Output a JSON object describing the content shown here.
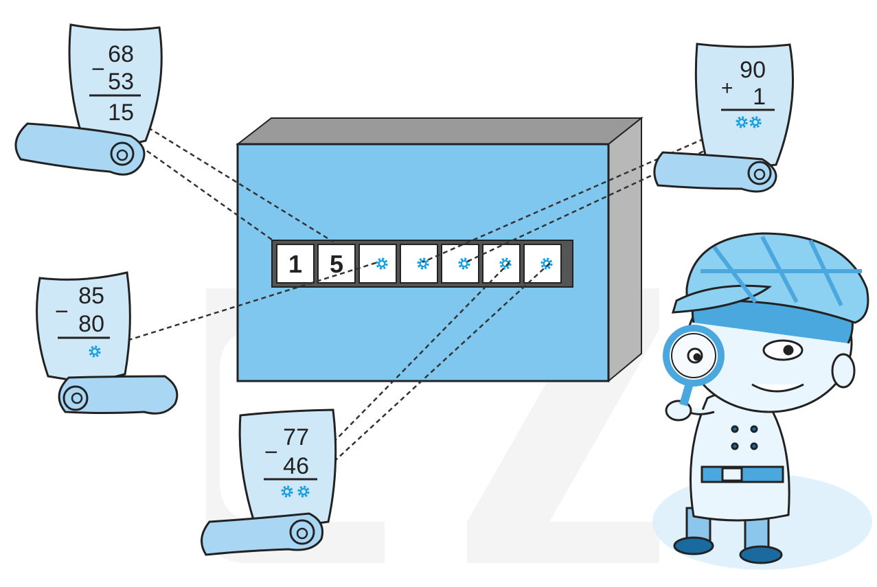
{
  "colors": {
    "scroll_fill": "#cfe8f8",
    "scroll_roll": "#a9d6f3",
    "outline": "#222222",
    "panel_front": "#7fc7ee",
    "panel_top": "#9a9a9a",
    "panel_side": "#b5b5b5",
    "gear": "#1aa0e0",
    "watermark": "#e8e8e8"
  },
  "icons": [
    "gear-icon",
    "magnifying-glass-icon",
    "detective-boy-illustration"
  ],
  "scrolls": {
    "a": {
      "top": "68",
      "op": "−",
      "bottom": "53",
      "result": "15"
    },
    "b": {
      "top": "90",
      "op": "+",
      "bottom": "1",
      "result_marker": "gear-icon gear-icon"
    },
    "c": {
      "top": "85",
      "op": "−",
      "bottom": "80",
      "result_marker": "gear-icon"
    },
    "d": {
      "top": "77",
      "op": "−",
      "bottom": "46",
      "result_marker": "gear-icon gear-icon"
    }
  },
  "code_panel": {
    "cells": [
      "1",
      "5",
      "gear-icon",
      "gear-icon",
      "gear-icon",
      "gear-icon",
      "gear-icon"
    ]
  }
}
